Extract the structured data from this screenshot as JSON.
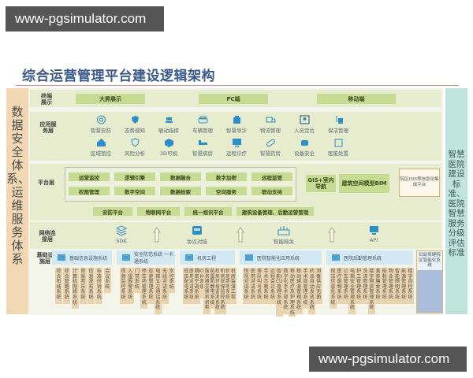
{
  "watermark_top": "www-pgsimulator.com",
  "watermark_bottom": "www-pgsimulator.com",
  "title": "综合运营管理平台建设逻辑架构",
  "left_band": "数据安全体系、运维服务体系",
  "right_band": "智慧医院建设标准、医院智慧服务分级评估标准",
  "terminal": {
    "label": "终端展示",
    "items": [
      "大屏展示",
      "PC端",
      "移动端"
    ]
  },
  "app": {
    "label": "应用服务层",
    "row1": [
      {
        "label": "智慧安防",
        "icon": "security-icon"
      },
      {
        "label": "态势感知",
        "icon": "shield-icon"
      },
      {
        "label": "联动指挥",
        "icon": "camera-icon"
      },
      {
        "label": "车辆管理",
        "icon": "car-icon"
      },
      {
        "label": "智慧导诊",
        "icon": "guide-icon"
      },
      {
        "label": "物流管理",
        "icon": "truck-icon"
      },
      {
        "label": "人员定位",
        "icon": "location-icon"
      },
      {
        "label": "保洁管理",
        "icon": "broom-icon"
      }
    ],
    "row2": [
      {
        "label": "区域管控",
        "icon": "home-lock-icon"
      },
      {
        "label": "风险分析",
        "icon": "risk-shield-icon"
      },
      {
        "label": "3D可视",
        "icon": "cube-icon"
      },
      {
        "label": "智慧病房",
        "icon": "bed-icon"
      },
      {
        "label": "远程诊疗",
        "icon": "monitor-icon"
      },
      {
        "label": "智慧药房",
        "icon": "pill-icon"
      },
      {
        "label": "设备安全",
        "icon": "motor-icon"
      },
      {
        "label": "医废处置",
        "icon": "bin-icon"
      }
    ]
  },
  "platform": {
    "label": "平台层",
    "row1": [
      "运营监控",
      "逻辑引擎",
      "数据融合",
      "数字加密",
      "远程监管"
    ],
    "row2": [
      "权限管理",
      "数字空间",
      "数据检索",
      "空间服务",
      "联动支持"
    ],
    "gis": "GIS+室内导航",
    "bim": "建筑空间模型BIM",
    "his": "院区HIS等信息化集成平台",
    "subplatforms": [
      "安防平台",
      "物联网平台",
      "统一视讯平台",
      "建筑设备管理、后勤运营管理"
    ]
  },
  "network": {
    "label": "网络连接层",
    "items": [
      {
        "label": "SDK",
        "icon": "sdk-icon"
      },
      {
        "label": "协议对接",
        "icon": "protocol-icon"
      },
      {
        "label": "智能网关",
        "icon": "gateway-icon"
      },
      {
        "label": "API",
        "icon": "api-icon"
      }
    ]
  },
  "infra": {
    "label": "基础设施层",
    "groups": [
      {
        "title": "基础信息设施系统",
        "icon": "layers-icon",
        "cols": [
          "综合布线系统",
          "综合管路系统",
          "计算机网络系统",
          "背景音乐系统",
          "信息发布系统",
          "标准时钟系统",
          "会议系统"
        ]
      },
      {
        "title": "安全防范系统 一卡通系统",
        "icon": "cctv-icon",
        "cols": [
          "视频监控系统",
          "入侵报警系统",
          "门禁系统",
          "停车场管理系统",
          "巡更管理系统",
          "电梯五方通话系统",
          "无线对讲系统",
          "水控系统"
        ]
      },
      {
        "title": "机房工程",
        "icon": "server-room-icon",
        "cols": [
          "低压配电系统",
          "医用对讲系统",
          "精密空调系统",
          "KVM系统",
          "服务器交换机机柜",
          "防雷防静电系统",
          "机房环境监测系统",
          "机房安保监控系统",
          "机房照明系统",
          "机房装潢工程"
        ]
      },
      {
        "title": "医院智能化应用系统",
        "icon": "medkit-icon",
        "cols": [
          "探视对讲系统",
          "医用对讲系统",
          "排队叫号系统",
          "手术示教系统",
          "远程会诊系统",
          "智能ICU管理系统",
          "数字化手术部系统",
          "移动医疗及护理系统",
          "移动输液管理系统",
          "手术部管理系统",
          "药品自动发放系统",
          "消毒供应无菌"
        ]
      },
      {
        "title": "医院后勤管理系统",
        "icon": "hospital-admin-icon",
        "cols": [
          "保洁信息化系统",
          "医疗废物系统",
          "公车管理系统",
          "电梯安全管理系统",
          "护工管理系统",
          "洗涤管理系统",
          "楼宇物资管理系统",
          "营养膳食系统",
          "能耗管理系统",
          "物业管理系统",
          "智能照明系统",
          "能源管理系统",
          "楼宇自控系统"
        ]
      }
    ],
    "maternal": "妇幼保健院区智能化系统"
  },
  "colors": {
    "green_btn": "#c7dc93",
    "row_bg": "#e6eccd",
    "left_band": "#f2d7b3",
    "right_band": "#bfe4dc",
    "infra_col": "#ebd3ad",
    "title": "#3b5a8c"
  }
}
